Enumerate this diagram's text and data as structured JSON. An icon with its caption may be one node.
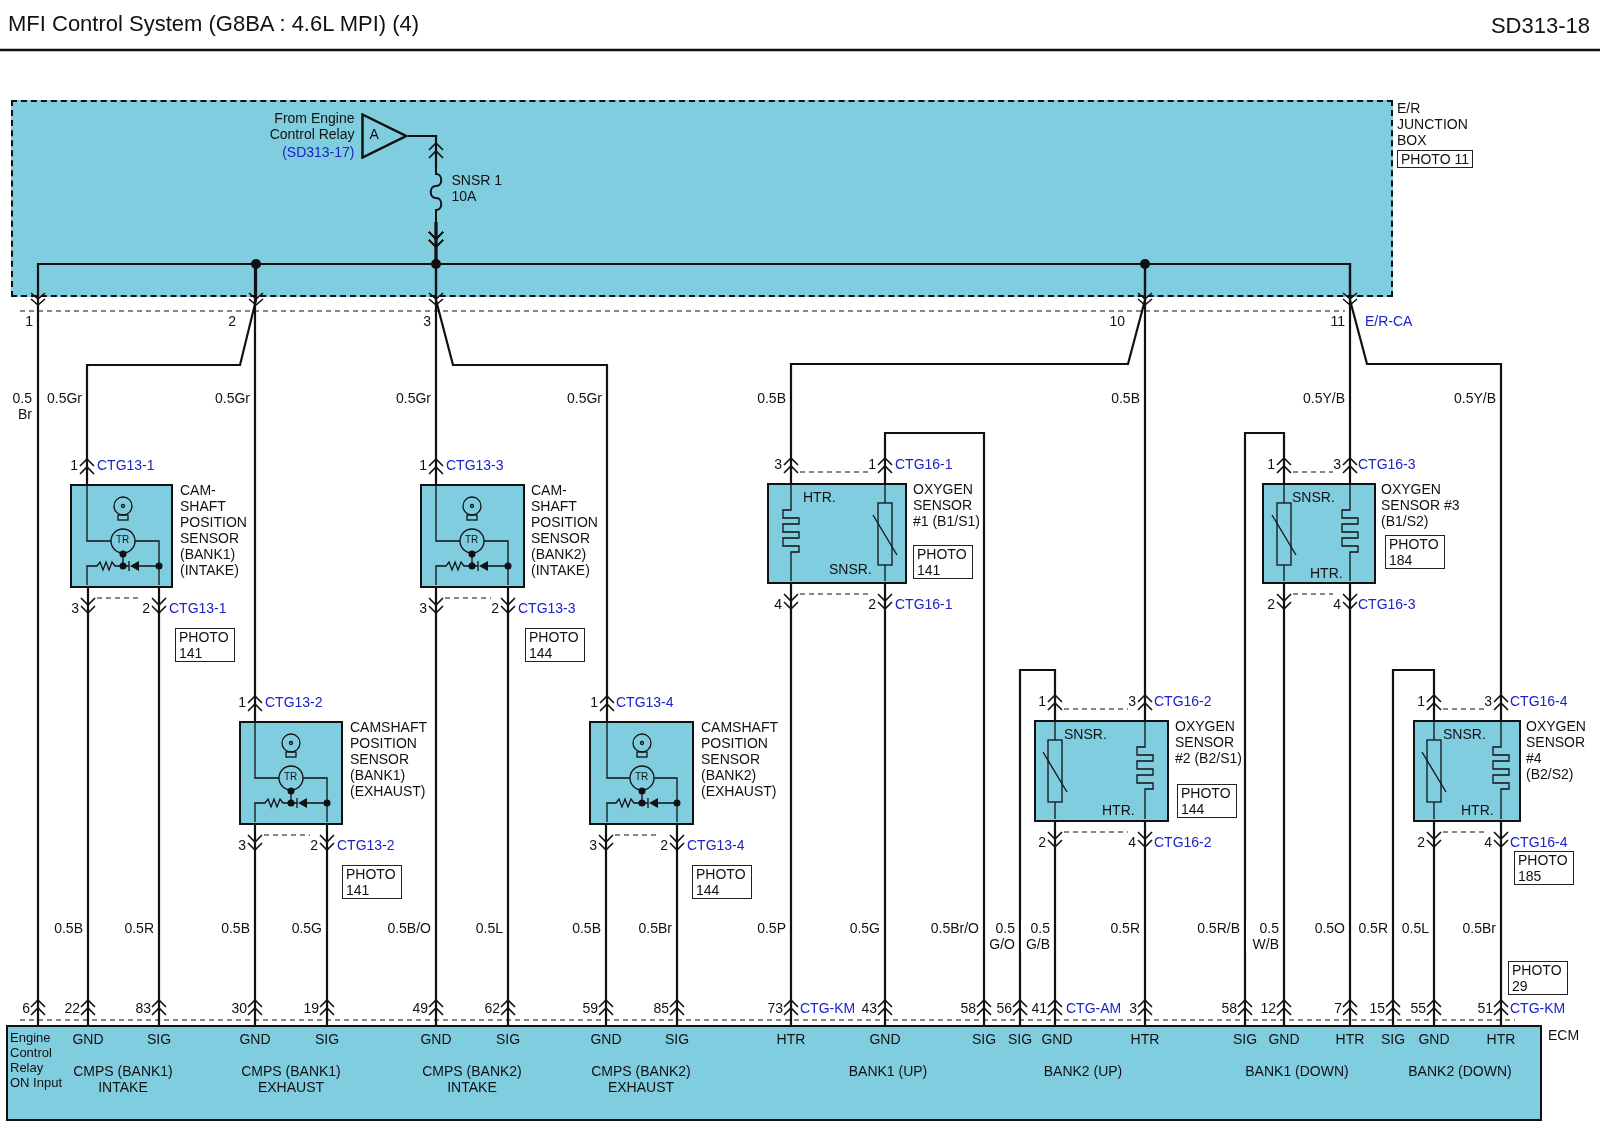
{
  "diagram": {
    "title": "MFI Control System (G8BA : 4.6L MPI) (4)",
    "nodes": [
      {
        "text": [
          "E/R JUNCTION BOX",
          "PHOTO 11"
        ]
      },
      {
        "text": [
          "A"
        ],
        "beside": [
          "From Engine Control Relay",
          "(SD313-17)"
        ],
        "in": 0
      },
      {
        "text": [],
        "shape": "fuse",
        "beside": [
          "SNSR 1 10A"
        ],
        "in": 0
      },
      {
        "text": [
          "TR",
          "CAM- SHAFT POSITION SENSOR (BANK1) (INTAKE)",
          "PHOTO 141"
        ]
      },
      {
        "text": [
          "TR",
          "CAM- SHAFT POSITION SENSOR (BANK2) (INTAKE)",
          "PHOTO 144"
        ]
      },
      {
        "text": [
          "TR",
          "CAMSHAFT POSITION SENSOR (BANK1) (EXHAUST)",
          "PHOTO 141"
        ]
      },
      {
        "text": [
          "TR",
          "CAMSHAFT POSITION SENSOR (BANK2) (EXHAUST)",
          "PHOTO 144"
        ]
      },
      {
        "text": [
          "HTR.",
          "SNSR.",
          "OXYGEN SENSOR #1 (B1/S1)",
          "PHOTO 141"
        ]
      },
      {
        "text": [
          "SNSR.",
          "HTR.",
          "OXYGEN SENSOR #2 (B2/S1)",
          "PHOTO 144"
        ]
      },
      {
        "text": [
          "SNSR.",
          "HTR.",
          "OXYGEN SENSOR #3 (B1/S2)",
          "PHOTO 184"
        ]
      },
      {
        "text": [
          "SNSR.",
          "HTR.",
          "OXYGEN SENSOR #4 (B2/S2)",
          "PHOTO 185"
        ]
      },
      {
        "text": [
          "Engine Control Relay ON Input",
          "GND",
          "SIG",
          "CMPS (BANK1) INTAKE",
          "GND",
          "SIG",
          "CMPS (BANK1) EXHAUST",
          "GND",
          "SIG",
          "CMPS (BANK2) INTAKE",
          "GND",
          "SIG",
          "CMPS (BANK2) EXHAUST",
          "HTR",
          "GND",
          "SIG",
          "BANK1 (UP)",
          "SIG",
          "GND",
          "HTR",
          "BANK2 (UP)",
          "SIG",
          "GND",
          "HTR",
          "BANK1 (DOWN)",
          "SIG",
          "GND",
          "HTR",
          "BANK2 (DOWN)",
          "ECM",
          "PHOTO 29"
        ]
      }
    ],
    "edges": [
      {
        "from": 1,
        "to": 2,
        "arrow": "other"
      },
      {
        "from": 2,
        "to": 11,
        "arrow": "other",
        "label": "0.5 Br"
      },
      {
        "from": 2,
        "to": 3,
        "arrow": "other",
        "label": "0.5Gr"
      },
      {
        "from": 2,
        "to": 5,
        "arrow": "other",
        "label": "0.5Gr"
      },
      {
        "from": 2,
        "to": 4,
        "arrow": "other",
        "label": "0.5Gr"
      },
      {
        "from": 2,
        "to": 6,
        "arrow": "other",
        "label": "0.5Gr"
      },
      {
        "from": 2,
        "to": 7,
        "arrow": "other",
        "label": "0.5B"
      },
      {
        "from": 2,
        "to": 8,
        "arrow": "other",
        "label": "0.5B"
      },
      {
        "from": 2,
        "to": 9,
        "arrow": "other",
        "label": "0.5Y/B"
      },
      {
        "from": 2,
        "to": 10,
        "arrow": "other",
        "label": "0.5Y/B"
      },
      {
        "from": 3,
        "to": 11,
        "arrow": "other",
        "label": "0.5B"
      },
      {
        "from": 3,
        "to": 11,
        "arrow": "other",
        "label": "0.5R"
      },
      {
        "from": 5,
        "to": 11,
        "arrow": "other",
        "label": "0.5B"
      },
      {
        "from": 5,
        "to": 11,
        "arrow": "other",
        "label": "0.5G"
      },
      {
        "from": 4,
        "to": 11,
        "arrow": "other",
        "label": "0.5B/O"
      },
      {
        "from": 4,
        "to": 11,
        "arrow": "other",
        "label": "0.5L"
      },
      {
        "from": 6,
        "to": 11,
        "arrow": "other",
        "label": "0.5B"
      },
      {
        "from": 6,
        "to": 11,
        "arrow": "other",
        "label": "0.5Br"
      },
      {
        "from": 7,
        "to": 11,
        "arrow": "other",
        "label": "0.5P"
      },
      {
        "from": 7,
        "to": 11,
        "arrow": "other",
        "label": "0.5G"
      },
      {
        "from": 7,
        "to": 11,
        "arrow": "other",
        "label": "0.5Br/O"
      },
      {
        "from": 8,
        "to": 11,
        "arrow": "other",
        "label": "0.5 G/O"
      },
      {
        "from": 8,
        "to": 11,
        "arrow": "other",
        "label": "0.5 G/B"
      },
      {
        "from": 8,
        "to": 11,
        "arrow": "other",
        "label": "0.5R"
      },
      {
        "from": 9,
        "to": 11,
        "arrow": "other",
        "label": "0.5R/B"
      },
      {
        "from": 9,
        "to": 11,
        "arrow": "other",
        "label": "0.5 W/B"
      },
      {
        "from": 9,
        "to": 11,
        "arrow": "other",
        "label": "0.5O"
      },
      {
        "from": 10,
        "to": 11,
        "arrow": "other",
        "label": "0.5R"
      },
      {
        "from": 10,
        "to": 11,
        "arrow": "other",
        "label": "0.5L"
      },
      {
        "from": 10,
        "to": 11,
        "arrow": "other",
        "label": "0.5Br"
      }
    ],
    "labels": [
      "SD313-18",
      "1",
      "2",
      "3",
      "10",
      "11",
      "E/R-CA",
      "1",
      "CTG13-1",
      "1",
      "CTG13-3",
      "3",
      "1",
      "CTG16-1",
      "1",
      "3",
      "CTG16-3",
      "3",
      "2",
      "CTG13-1",
      "3",
      "2",
      "CTG13-3",
      "4",
      "2",
      "CTG16-1",
      "2",
      "4",
      "CTG16-3",
      "1",
      "CTG13-2",
      "1",
      "CTG13-4",
      "1",
      "3",
      "CTG16-2",
      "1",
      "3",
      "CTG16-4",
      "3",
      "2",
      "CTG13-2",
      "3",
      "2",
      "CTG13-4",
      "2",
      "4",
      "CTG16-2",
      "2",
      "4",
      "CTG16-4",
      "6",
      "22",
      "83",
      "30",
      "19",
      "49",
      "62",
      "59",
      "85",
      "73",
      "CTG-KM",
      "43",
      "58",
      "56",
      "41",
      "CTG-AM",
      "3",
      "58",
      "12",
      "7",
      "15",
      "55",
      "51",
      "CTG-KM"
    ]
  }
}
